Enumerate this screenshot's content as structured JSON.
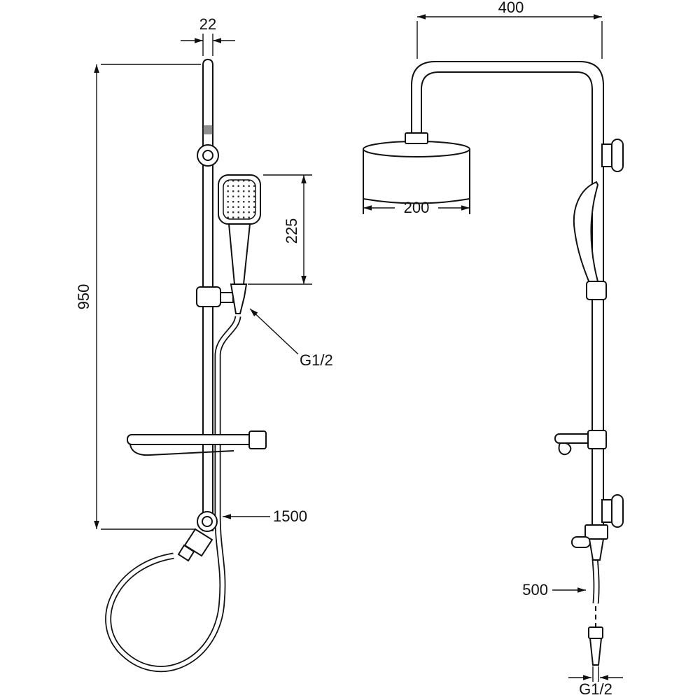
{
  "drawing": {
    "background": "#ffffff",
    "line_color": "#111111",
    "sleeve_color": "#8f8f8f",
    "front_view": {
      "rail_diameter": "22",
      "rail_height": "950",
      "handset_length": "225",
      "connection_thread": "G1/2",
      "hose_length": "1500"
    },
    "side_view": {
      "arm_reach": "400",
      "head_diameter": "200",
      "outlet_height": "500",
      "connection_thread": "G1/2"
    }
  }
}
